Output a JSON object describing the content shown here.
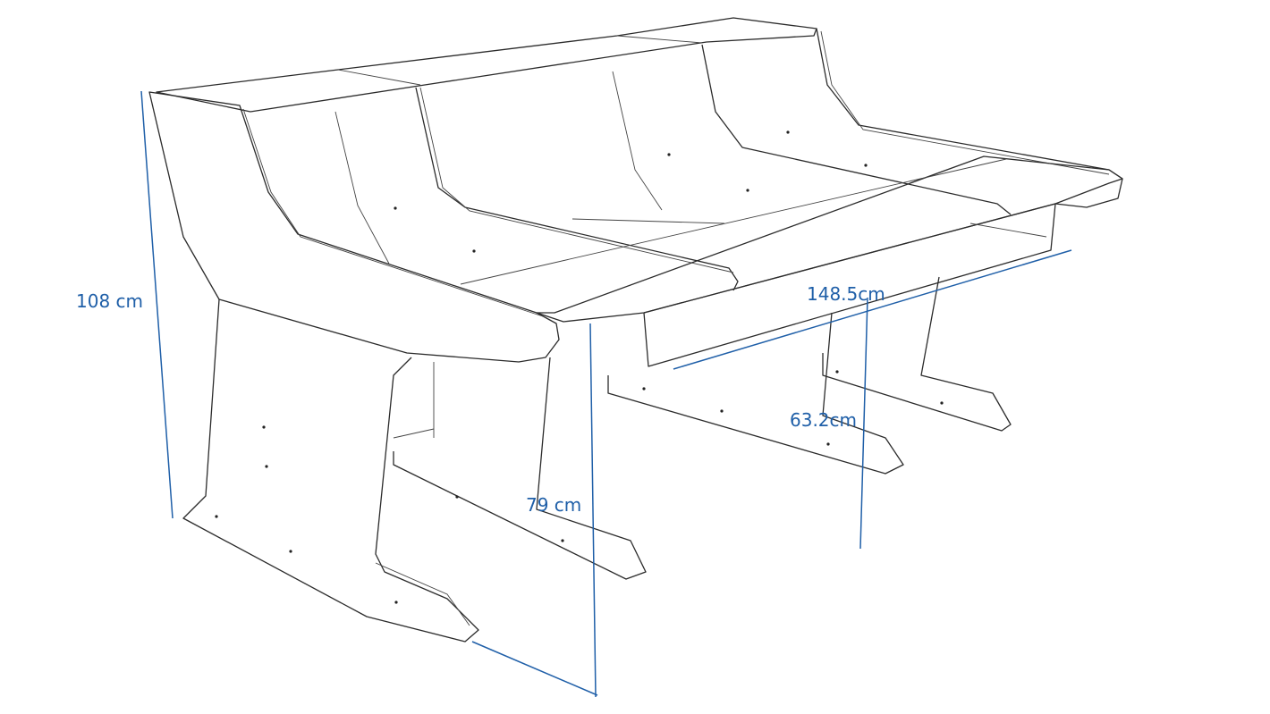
{
  "colors": {
    "dimension": "#1f5fa8",
    "outline": "#2b2b2b"
  },
  "dimensions": {
    "height_total": "108 cm",
    "width_top": "148.5cm",
    "height_keyboard": "63.2cm",
    "height_desk": "79 cm"
  }
}
